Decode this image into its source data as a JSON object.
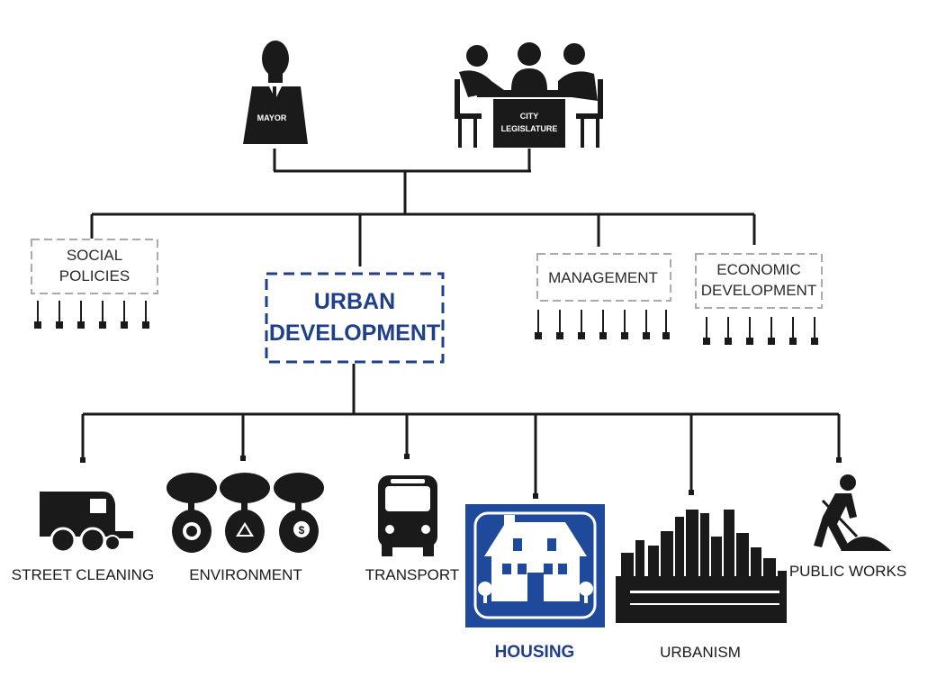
{
  "top": {
    "mayor_label": "MAYOR",
    "legislature_label_line1": "CITY",
    "legislature_label_line2": "LEGISLATURE"
  },
  "departments": {
    "social_policies": [
      "SOCIAL",
      "POLICIES"
    ],
    "urban_development": [
      "URBAN",
      "DEVELOPMENT"
    ],
    "management": "MANAGEMENT",
    "economic_development": [
      "ECONOMIC",
      "DEVELOPMENT"
    ]
  },
  "services": {
    "street_cleaning": "STREET CLEANING",
    "environment": "ENVIRONMENT",
    "transport": "TRANSPORT",
    "housing": "HOUSING",
    "urbanism": "URBANISM",
    "public_works": "PUBLIC WORKS"
  },
  "icons": [
    "mayor-icon",
    "city-legislature-icon",
    "street-cleaner-icon",
    "environment-trees-icon",
    "bus-icon",
    "house-icon",
    "city-skyline-icon",
    "worker-shovel-icon"
  ],
  "colors": {
    "accent": "#1f3f8a",
    "housing_bg": "#1f4a9c",
    "line": "#1a1a1a",
    "dashed_box": "#aaaaaa"
  }
}
